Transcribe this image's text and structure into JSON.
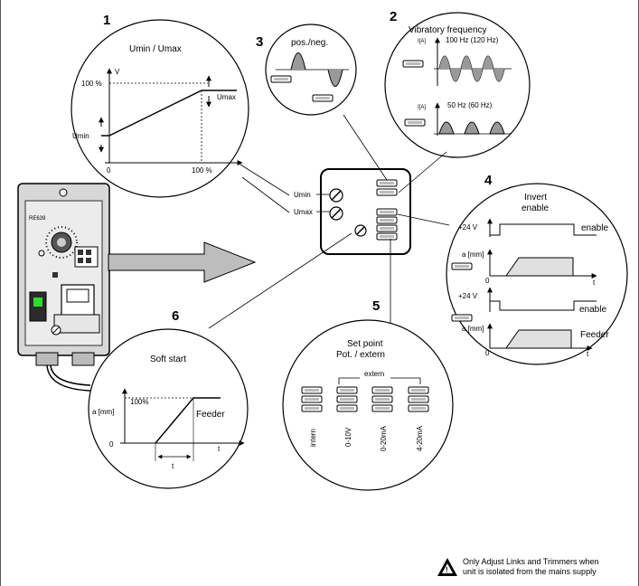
{
  "callouts": {
    "c1": {
      "number": "1",
      "title": "Umin / Umax",
      "y_unit": "V",
      "y_100": "100 %",
      "x_0": "0",
      "x_100": "100 %",
      "umin": "Umin",
      "umax": "Umax"
    },
    "c2": {
      "number": "2",
      "title": "Vibratory frequency",
      "axis_i": "I[A]",
      "f_high": "100 Hz (120 Hz)",
      "f_low": "50 Hz (60 Hz)"
    },
    "c3": {
      "number": "3",
      "title": "pos./neg."
    },
    "c4": {
      "number": "4",
      "title_line1": "Invert",
      "title_line2": "enable",
      "v24": "+24 V",
      "enable": "enable",
      "a_mm": "a [mm]",
      "zero": "0",
      "t": "t",
      "feeder": "Feeder"
    },
    "c5": {
      "number": "5",
      "title_line1": "Set point",
      "title_line2": "Pot. / extern",
      "extern": "extern",
      "options": [
        "intern",
        "0-10V",
        "0-20mA",
        "4-20mA"
      ]
    },
    "c6": {
      "number": "6",
      "title": "Soft start",
      "pct": "100%",
      "a_mm": "a [mm]",
      "zero": "0",
      "t": "t",
      "feeder": "Feeder"
    }
  },
  "board": {
    "umin": "Umin",
    "umax": "Umax"
  },
  "device": {
    "model": "RE639"
  },
  "warning": {
    "line1": "Only Adjust Links and Trimmers when",
    "line2": "unit is isolated from the mains supply",
    "symbol": "!"
  }
}
